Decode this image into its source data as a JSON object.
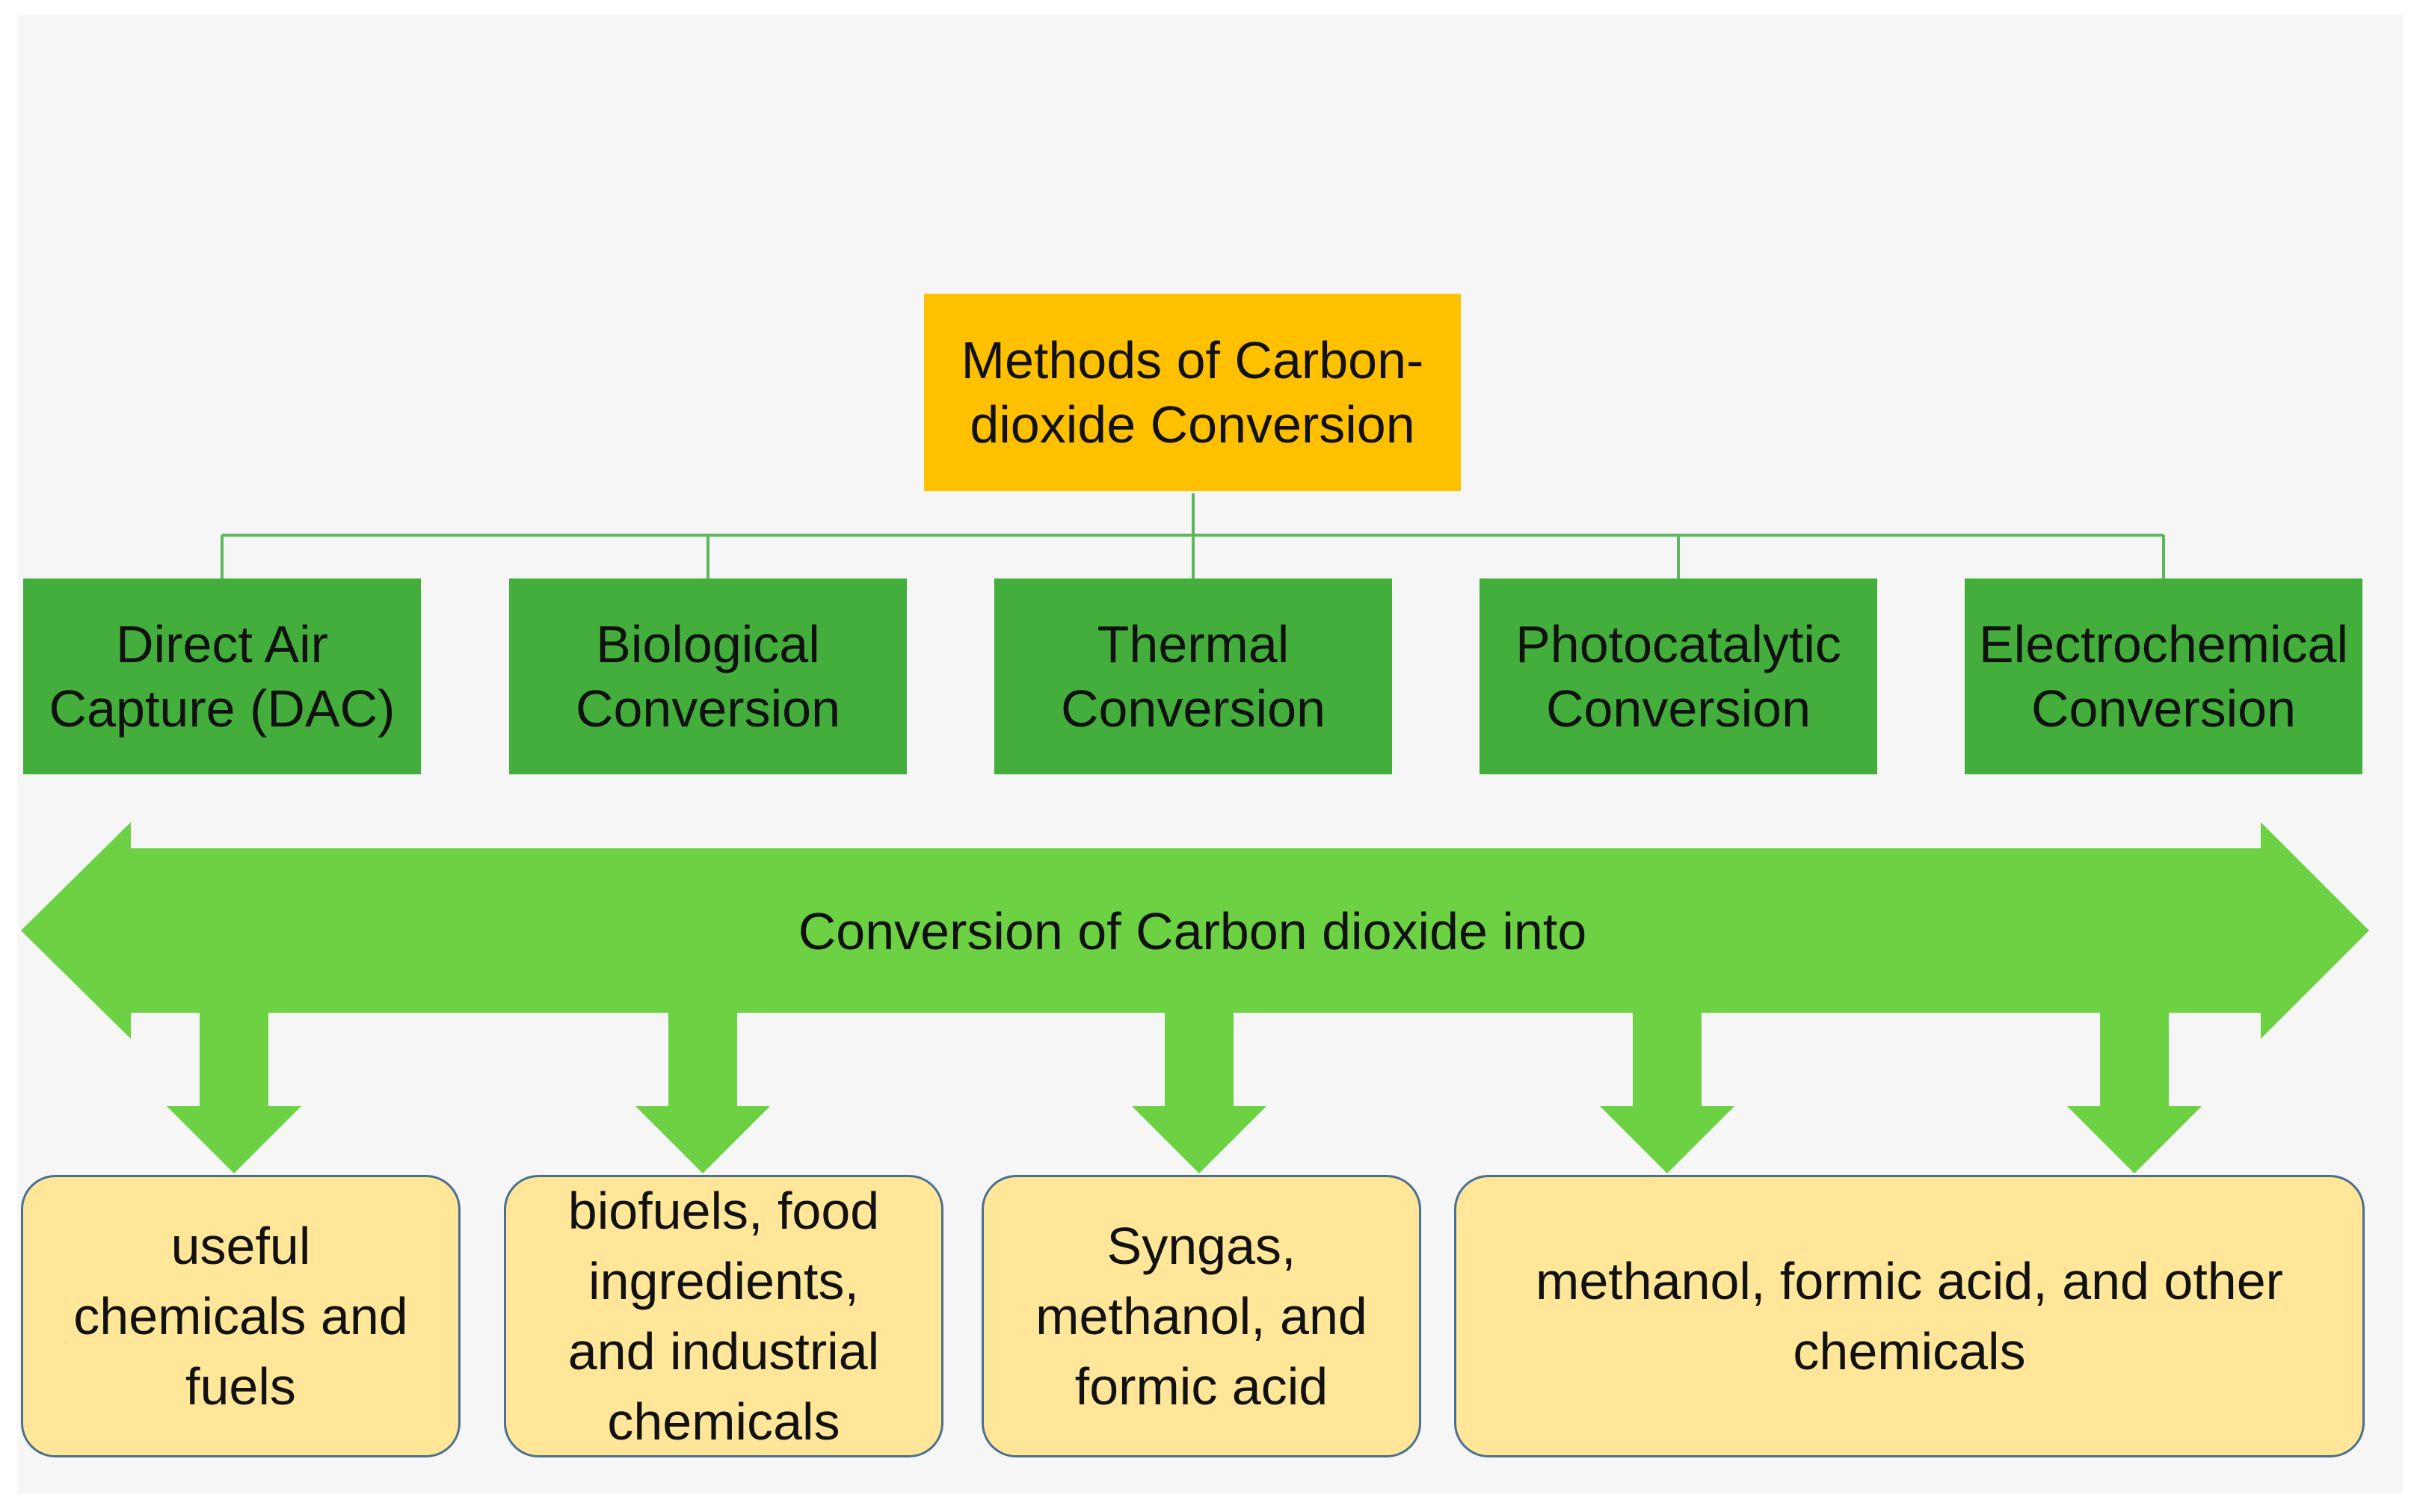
{
  "colors": {
    "root_fill": "#ffc000",
    "method_fill": "#43ae3c",
    "arrow_fill": "#6dd144",
    "connector_stroke": "#5cb85c",
    "output_fill": "#ffe699",
    "output_border": "#4a6f91"
  },
  "root": {
    "label": "Methods of Carbon-\ndioxide Conversion"
  },
  "methods": [
    {
      "label": "Direct Air\nCapture (DAC)"
    },
    {
      "label": "Biological\nConversion"
    },
    {
      "label": "Thermal\nConversion"
    },
    {
      "label": "Photocatalytic\nConversion"
    },
    {
      "label": "Electrochemical\nConversion"
    }
  ],
  "band": {
    "label": "Conversion of Carbon dioxide into"
  },
  "outputs": [
    {
      "label": "useful\nchemicals and\nfuels"
    },
    {
      "label": "biofuels, food\ningredients,\nand industrial\nchemicals"
    },
    {
      "label": "Syngas,\nmethanol, and\nformic acid"
    },
    {
      "label": "methanol, formic acid, and other\nchemicals"
    }
  ]
}
